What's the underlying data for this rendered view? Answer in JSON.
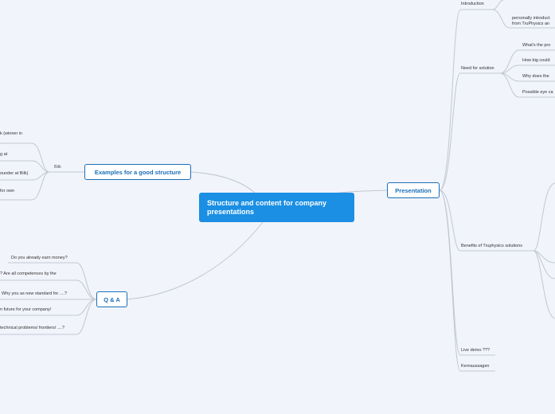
{
  "central": {
    "title": "Structure and content for company presentations"
  },
  "presentation": {
    "label": "Presentation",
    "branches": [
      {
        "label": "Introduction",
        "children": [
          "personally introduct",
          "from TruPhysics an"
        ]
      },
      {
        "label": "Need for solution",
        "children": [
          "What's the pro",
          "How big could",
          "Why does the",
          "Possible eye ca"
        ]
      },
      {
        "label": "Benefits of Truphysics solutions"
      },
      {
        "label": "Live demo ???"
      },
      {
        "label": "Kernaussagen"
      }
    ]
  },
  "examples": {
    "label": "Examples for a good structure",
    "relation": "Bilk",
    "children": [
      "k (winner in",
      "g at",
      "ounder at Bilk)",
      "for own"
    ]
  },
  "qa": {
    "label": "Q & A",
    "children": [
      "Do you already earn money?",
      "? Are all competences by the",
      "Why you as new standard for ....?",
      "n future for your company/",
      "technical problems/ frontiers/ ....?"
    ]
  },
  "colors": {
    "central": "#1a8fe3",
    "node_border": "#1a6fb8",
    "line": "#c2c7d0",
    "background": "#f1f4fb"
  }
}
